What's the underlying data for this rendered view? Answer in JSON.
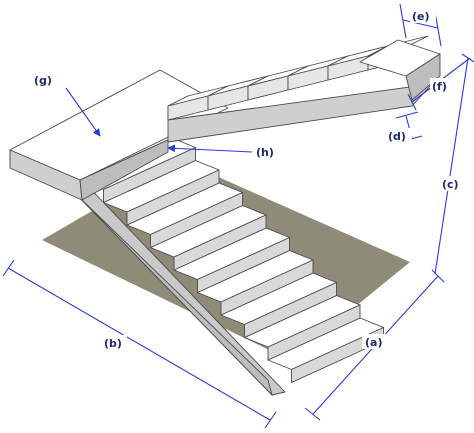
{
  "labels": {
    "a": "(a)",
    "b": "(b)",
    "c": "(c)",
    "d": "(d)",
    "e": "(e)",
    "f": "(f)",
    "g": "(g)",
    "h": "(h)"
  },
  "colors": {
    "floor_shadow": "#8e8b78",
    "tread": "#ffffff",
    "riser": "#d9d9d9",
    "side": "#c9c9c9",
    "edge": "#4a4a4a",
    "dimension_line": "#2b3bd6",
    "label_text": "#1f2a6e"
  }
}
